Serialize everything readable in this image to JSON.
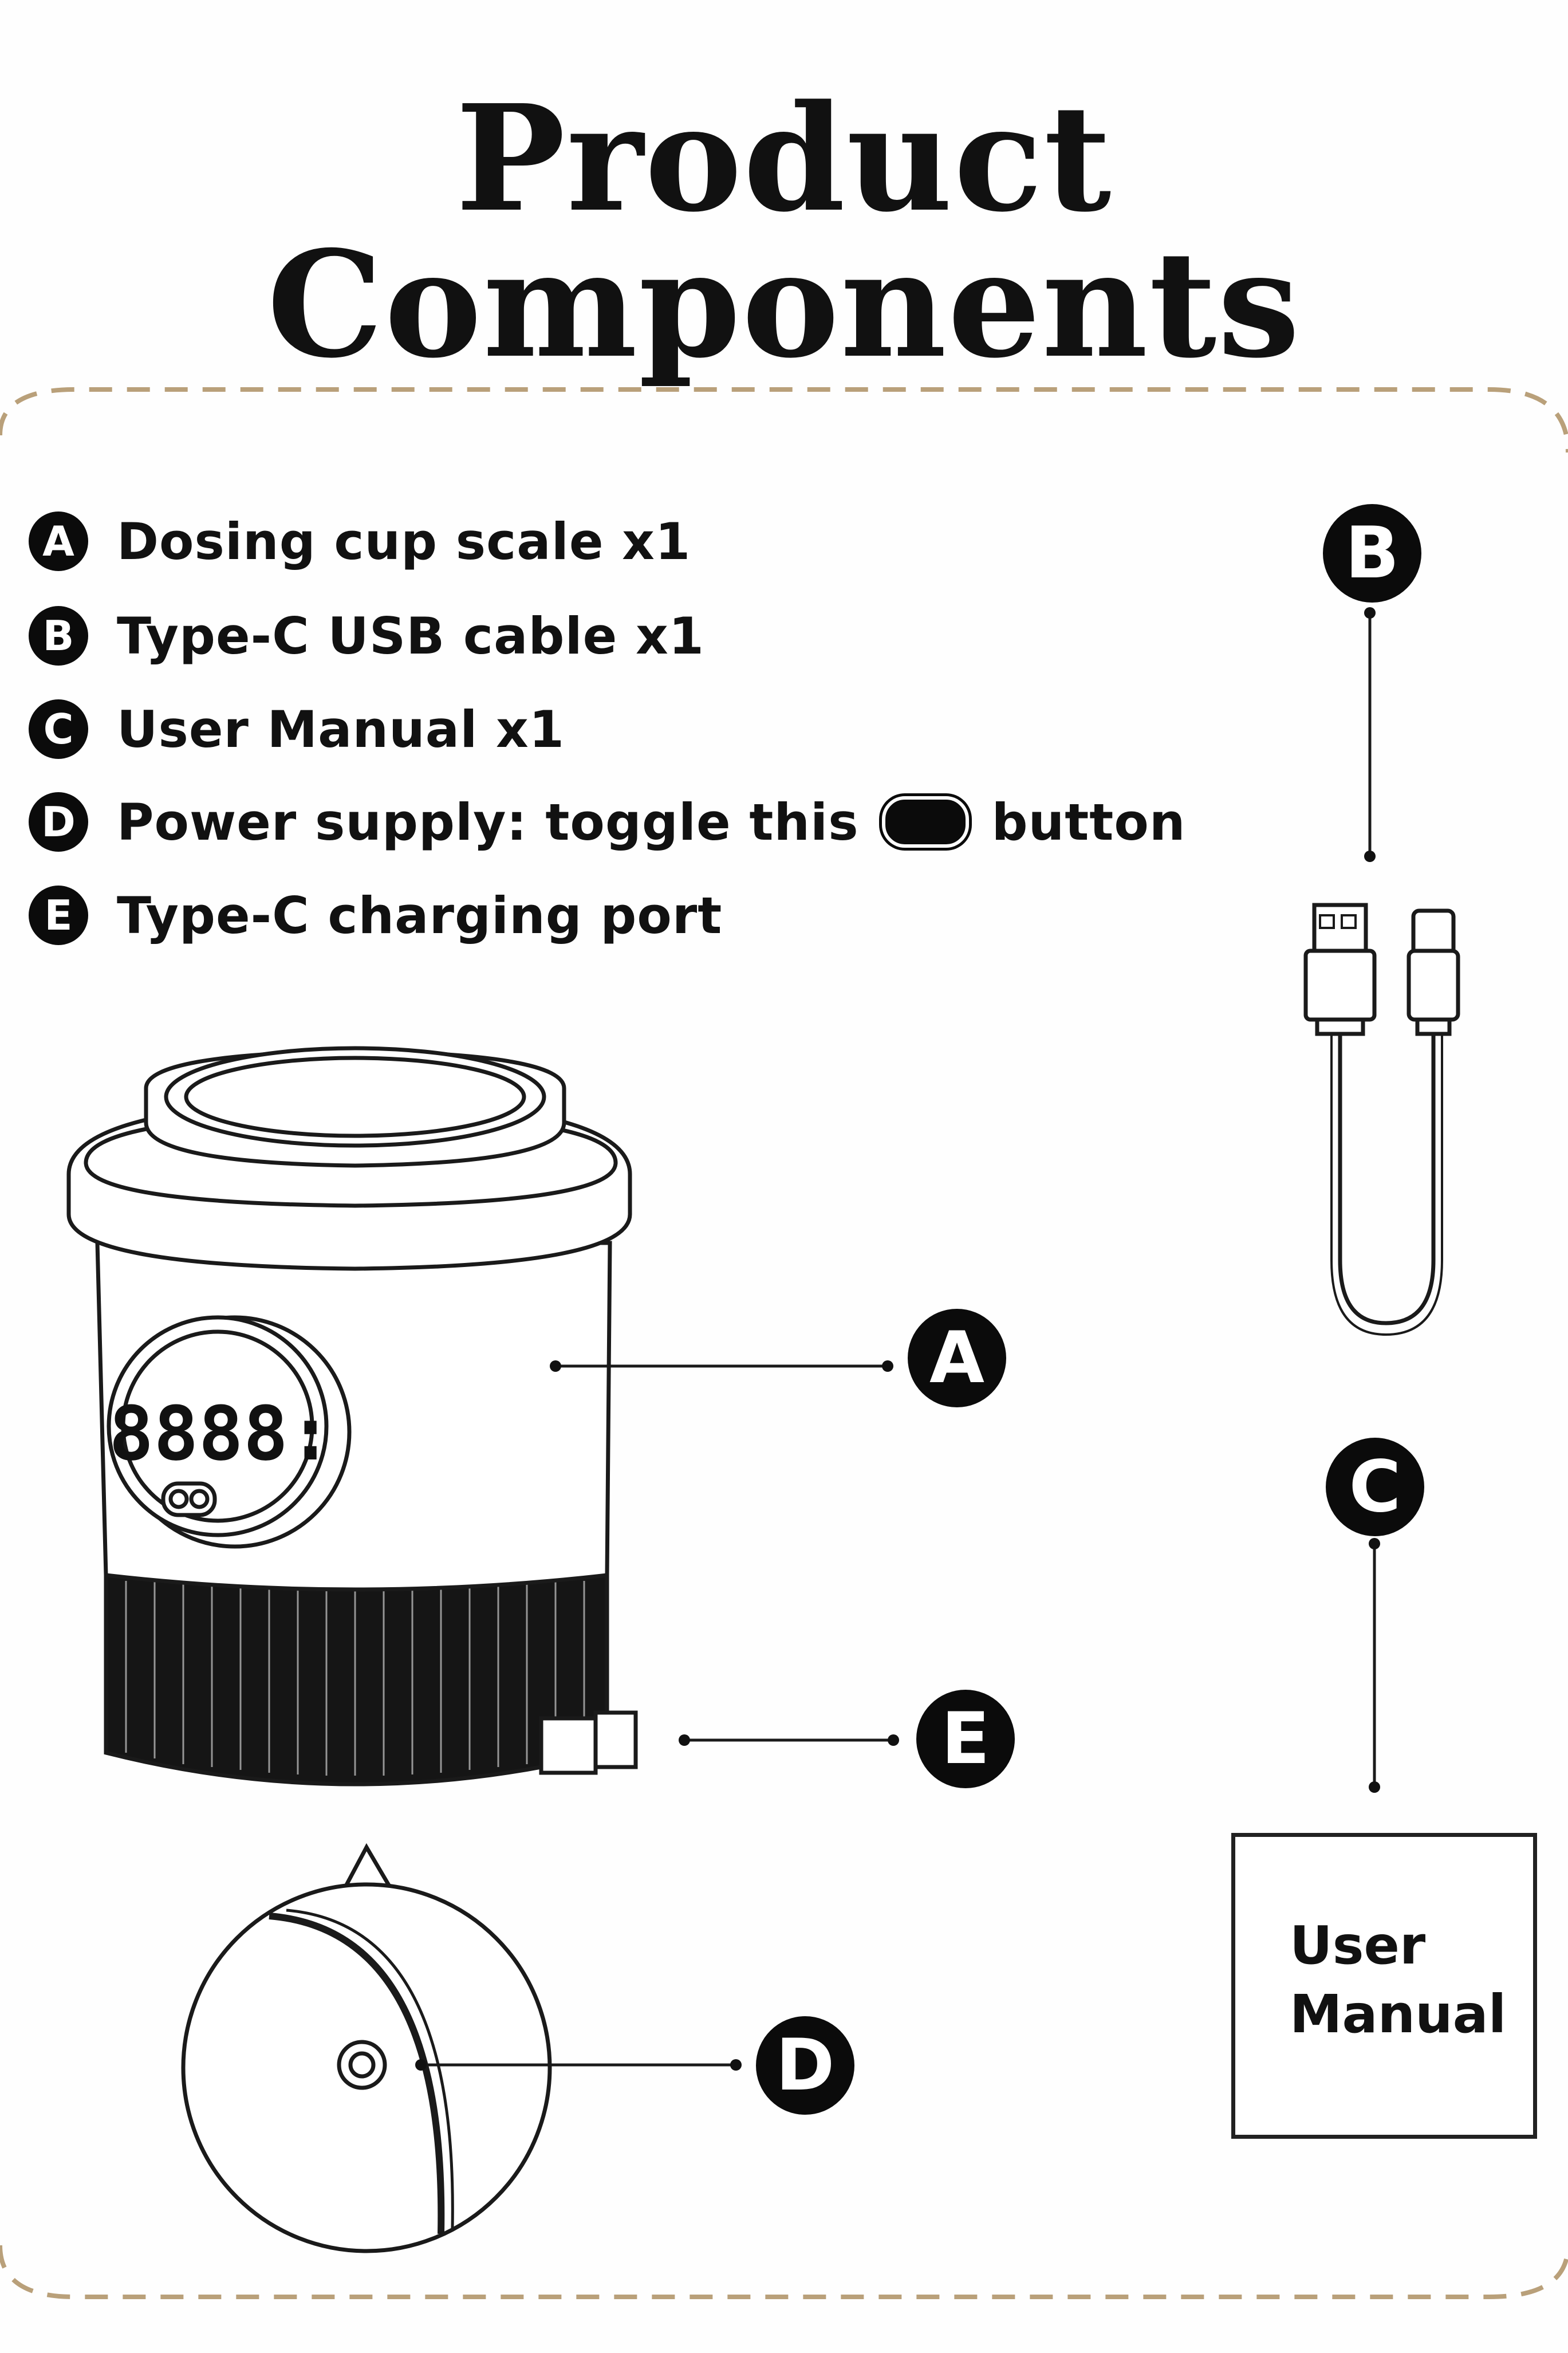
{
  "title": "Product Components",
  "legend": [
    {
      "letter": "A",
      "text": "Dosing cup scale x1"
    },
    {
      "letter": "B",
      "text": "Type-C USB cable x1"
    },
    {
      "letter": "C",
      "text": "User Manual x1"
    },
    {
      "letter": "D",
      "text_before": "Power supply: toggle this",
      "text_after": "button"
    },
    {
      "letter": "E",
      "text": "Type-C charging port"
    }
  ],
  "callouts": {
    "a": "A",
    "b": "B",
    "c": "C",
    "d": "D",
    "e": "E"
  },
  "manual": {
    "line1": "User",
    "line2": "Manual"
  },
  "display_reading": "8888:",
  "colors": {
    "frame_dash": "#b9a07a",
    "ink": "#111111",
    "badge": "#0b0b0b"
  }
}
